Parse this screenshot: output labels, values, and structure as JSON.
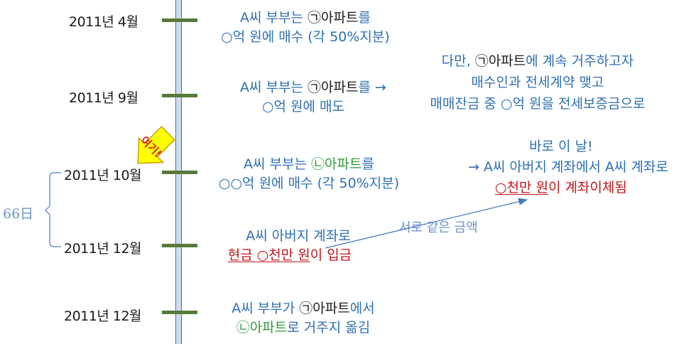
{
  "timeline": {
    "events": [
      {
        "date": "2011년 4월",
        "line1": [
          {
            "t": "A씨 부부는 ",
            "c": "blue"
          },
          {
            "t": "㉠아파트",
            "c": "blk"
          },
          {
            "t": "를",
            "c": "blue"
          }
        ],
        "line2": [
          {
            "t": "○억 원에 매수 (각 50%지분)",
            "c": "blue"
          }
        ]
      },
      {
        "date": "2011년 9월",
        "line1": [
          {
            "t": "A씨 부부는 ",
            "c": "blue"
          },
          {
            "t": "㉠아파트",
            "c": "blk"
          },
          {
            "t": "를  →",
            "c": "blue"
          }
        ],
        "line2": [
          {
            "t": "○억 원에 매도",
            "c": "blue"
          }
        ]
      },
      {
        "date": "2011년 10월",
        "line1": [
          {
            "t": "A씨 부부는 ",
            "c": "blue"
          },
          {
            "t": "㉡아파트",
            "c": "grn"
          },
          {
            "t": "를",
            "c": "blue"
          }
        ],
        "line2": [
          {
            "t": "○○억 원에 매수 (각 50%지분)",
            "c": "blue"
          }
        ]
      },
      {
        "date": "2011년 12월",
        "line1": [
          {
            "t": "A씨 아버지 계좌로",
            "c": "blue"
          }
        ],
        "line2": [
          {
            "t": "현금 ○천만 원",
            "c": "red",
            "u": true
          },
          {
            "t": "이 입금",
            "c": "red"
          }
        ]
      },
      {
        "date": "2011년 12월",
        "line1": [
          {
            "t": "A씨 부부가 ",
            "c": "blue"
          },
          {
            "t": "㉠아파트",
            "c": "blk"
          },
          {
            "t": "에서",
            "c": "blue"
          }
        ],
        "line2": [
          {
            "t": "㉡아파트",
            "c": "grn"
          },
          {
            "t": "로 거주지 옮김",
            "c": "blue"
          }
        ]
      }
    ]
  },
  "note_top": {
    "lines": [
      [
        {
          "t": "다만, ",
          "c": "blue"
        },
        {
          "t": "㉠아파트",
          "c": "blk"
        },
        {
          "t": "에 계속 거주하고자",
          "c": "blue"
        }
      ],
      [
        {
          "t": "매수인과 전세계약 맺고",
          "c": "blue"
        }
      ],
      [
        {
          "t": "매매잔금 중 ○억 원을 전세보증금으로",
          "c": "blue"
        }
      ]
    ]
  },
  "note_mid": {
    "lines": [
      [
        {
          "t": "바로 이 날!",
          "c": "blue"
        }
      ],
      [
        {
          "t": "→  A씨 아버지 계좌에서 A씨 계좌로",
          "c": "blue"
        }
      ],
      [
        {
          "t": "○천만 원",
          "c": "red",
          "u": true
        },
        {
          "t": "이 계좌이체됨",
          "c": "red"
        }
      ]
    ]
  },
  "same_amount_label": "서로 같은 금액",
  "bracket_label": "66日",
  "here_label": "여기!",
  "colors": {
    "blue": "#2e6fb3",
    "green": "#2d9b39",
    "red": "#c0161b",
    "tick": "#577a38",
    "arrow_fill": "#ffff00"
  }
}
